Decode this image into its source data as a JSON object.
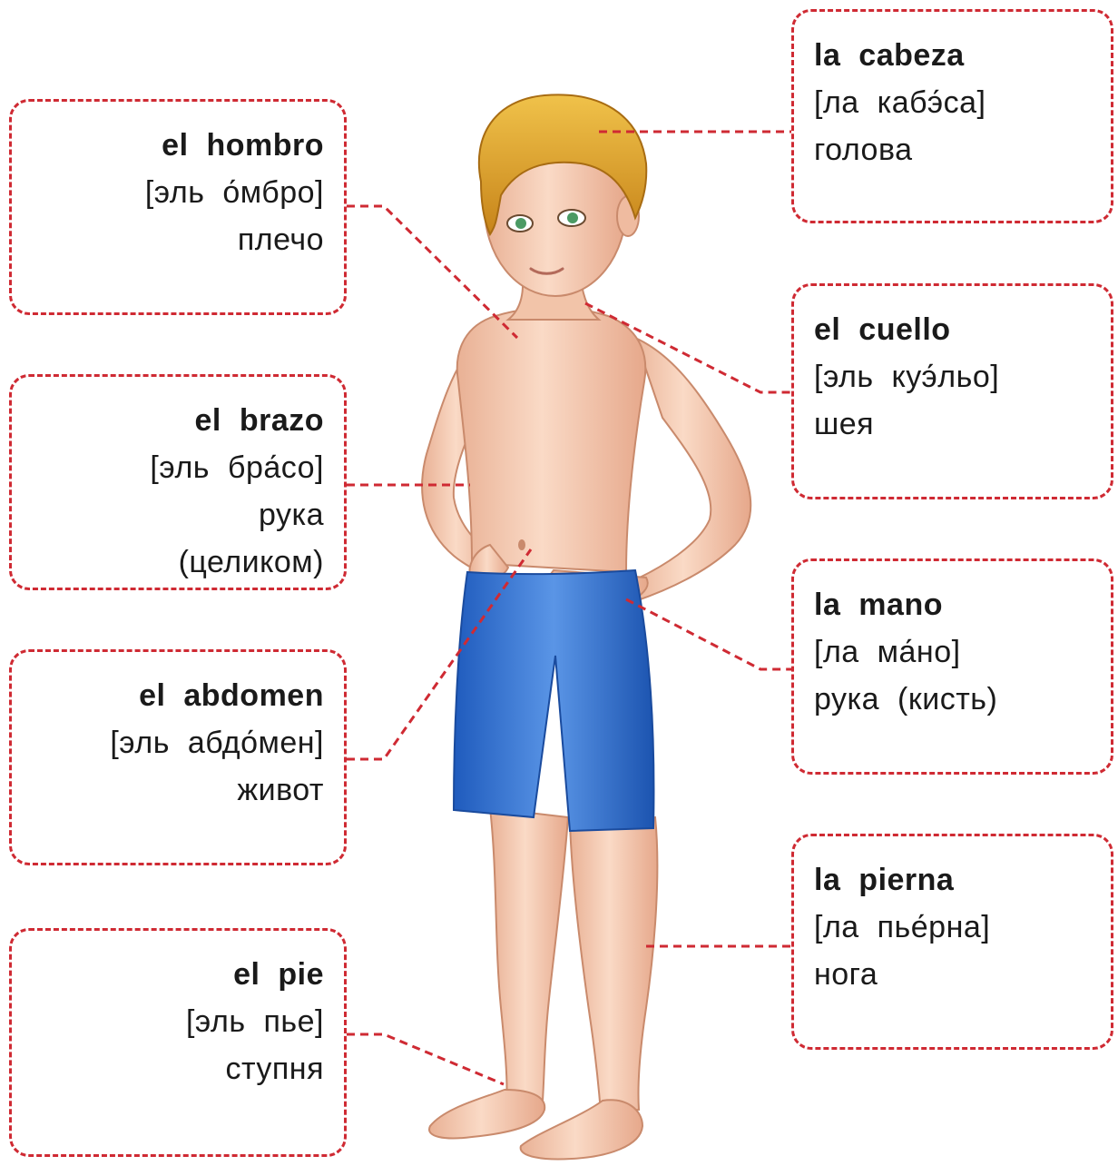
{
  "colors": {
    "dash": "#cf2a33",
    "skin": "#f6cdb3",
    "skin_shadow": "#e2a487",
    "hair": "#e1a21e",
    "shorts": "#2f6fd0",
    "text": "#1a1a1a"
  },
  "labels": {
    "head": {
      "es": "la cabeza",
      "pron": "[ла кабэ́са]",
      "ru": "голова"
    },
    "shoulder": {
      "es": "el hombro",
      "pron": "[эль о́мбро]",
      "ru": "плечо"
    },
    "neck": {
      "es": "el cuello",
      "pron": "[эль куэ́льо]",
      "ru": "шея"
    },
    "arm": {
      "es": "el brazo",
      "pron": "[эль бра́со]",
      "ru": "рука",
      "ru2": "(целиком)"
    },
    "hand": {
      "es": "la mano",
      "pron": "[ла ма́но]",
      "ru": "рука (кисть)"
    },
    "abdomen": {
      "es": "el abdomen",
      "pron": "[эль абдо́мен]",
      "ru": "живот"
    },
    "leg": {
      "es": "la pierna",
      "pron": "[ла пье́рна]",
      "ru": "нога"
    },
    "foot": {
      "es": "el pie",
      "pron": "[эль пье]",
      "ru": "ступня"
    }
  }
}
